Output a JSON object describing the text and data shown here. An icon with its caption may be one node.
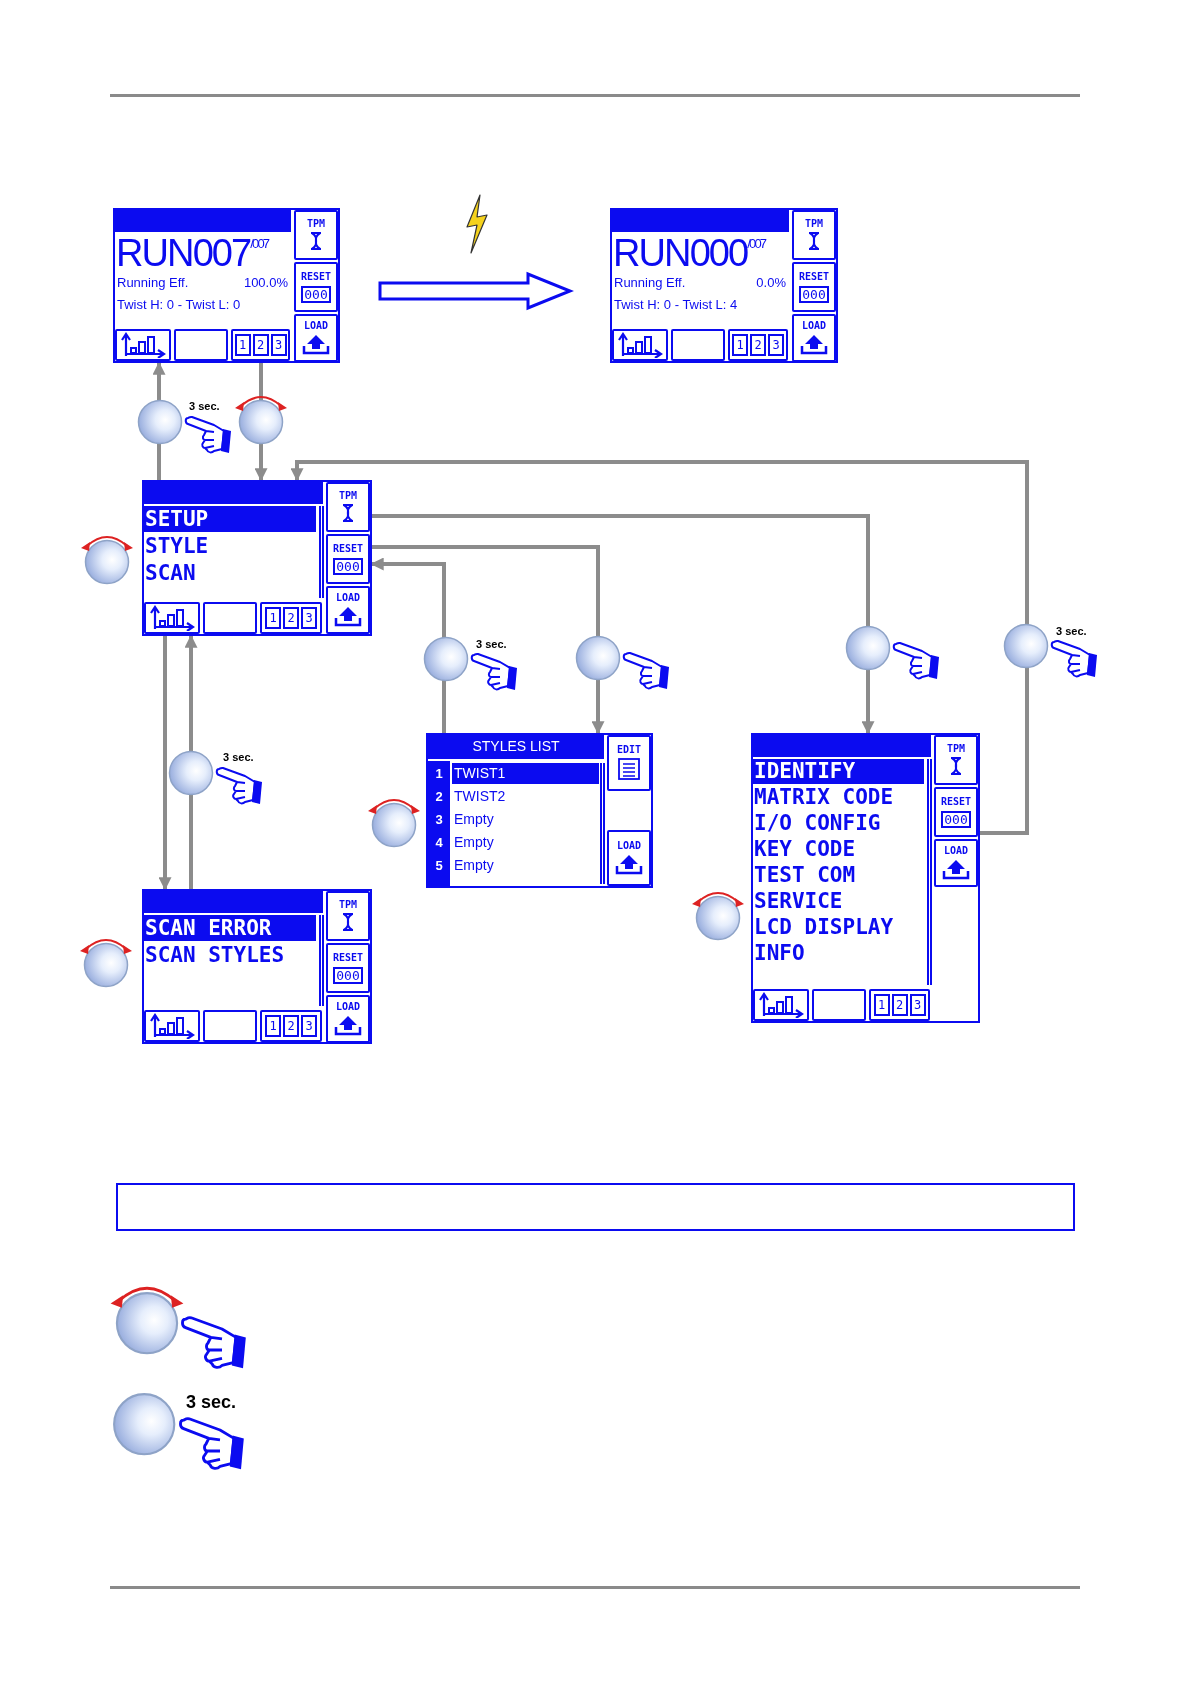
{
  "diagram": {
    "nodes": [
      {
        "text": [
          "RUN007$^{/007}$",
          "Running Eff.",
          "100.0%",
          "Twist H: 0 - Twist L: 0"
        ]
      },
      {
        "text": [
          "TPM"
        ],
        "in": 0
      },
      {
        "text": [
          "RESET",
          "000"
        ],
        "in": 0
      },
      {
        "text": [
          "LOAD"
        ],
        "in": 0
      },
      {
        "text": [],
        "shape": "box",
        "in": 0
      },
      {
        "text": [],
        "shape": "box",
        "in": 0
      },
      {
        "text": [
          "1",
          "2",
          "3"
        ],
        "in": 0
      },
      {
        "text": [
          "RUN000$^{/007}$",
          "Running Eff.",
          "0.0%",
          "Twist H: 0 - Twist L: 4"
        ]
      },
      {
        "text": [
          "TPM"
        ],
        "in": 7
      },
      {
        "text": [
          "RESET",
          "000"
        ],
        "in": 7
      },
      {
        "text": [
          "LOAD"
        ],
        "in": 7
      },
      {
        "text": [],
        "shape": "box",
        "in": 7
      },
      {
        "text": [],
        "shape": "box",
        "in": 7
      },
      {
        "text": [
          "1",
          "2",
          "3"
        ],
        "in": 7
      },
      {
        "text": [
          "SETUP",
          "STYLE",
          "SCAN"
        ]
      },
      {
        "text": [
          "TPM"
        ],
        "in": 14
      },
      {
        "text": [
          "RESET",
          "000"
        ],
        "in": 14
      },
      {
        "text": [
          "LOAD"
        ],
        "in": 14
      },
      {
        "text": [],
        "shape": "box",
        "in": 14
      },
      {
        "text": [],
        "shape": "box",
        "in": 14
      },
      {
        "text": [
          "1",
          "2",
          "3"
        ],
        "in": 14
      },
      {
        "text": [
          "STYLES LIST",
          "1",
          "TWIST1",
          "2",
          "TWIST2",
          "3",
          "Empty",
          "4",
          "Empty",
          "5",
          "Empty"
        ]
      },
      {
        "text": [
          "EDIT"
        ],
        "in": 21
      },
      {
        "text": [
          "LOAD"
        ],
        "in": 21
      },
      {
        "text": [
          "IDENTIFY",
          "MATRIX CODE",
          "I/O CONFIG",
          "KEY CODE",
          "TEST COM",
          "SERVICE",
          "LCD DISPLAY",
          "INFO"
        ]
      },
      {
        "text": [
          "TPM"
        ],
        "in": 24
      },
      {
        "text": [
          "RESET",
          "000"
        ],
        "in": 24
      },
      {
        "text": [
          "LOAD"
        ],
        "in": 24
      },
      {
        "text": [],
        "shape": "box",
        "in": 24
      },
      {
        "text": [],
        "shape": "box",
        "in": 24
      },
      {
        "text": [
          "1",
          "2",
          "3"
        ],
        "in": 24
      },
      {
        "text": [
          "SCAN ERROR",
          "SCAN STYLES"
        ]
      },
      {
        "text": [
          "TPM"
        ],
        "in": 31
      },
      {
        "text": [
          "RESET",
          "000"
        ],
        "in": 31
      },
      {
        "text": [
          "LOAD"
        ],
        "in": 31
      },
      {
        "text": [],
        "shape": "box",
        "in": 31
      },
      {
        "text": [],
        "shape": "box",
        "in": 31
      },
      {
        "text": [
          "1",
          "2",
          "3"
        ],
        "in": 31
      }
    ],
    "edges": [
      {
        "from": 0,
        "to": 7,
        "arrow": "to",
        "style": "thick",
        "color": "#0b0bf0"
      },
      {
        "from": 14,
        "to": 0,
        "arrow": "to"
      },
      {
        "from": 0,
        "to": 14,
        "arrow": "to"
      },
      {
        "from": 24,
        "to": 14,
        "arrow": "to"
      },
      {
        "from": 14,
        "to": 24,
        "arrow": "to"
      },
      {
        "from": 14,
        "to": 21,
        "arrow": "to"
      },
      {
        "from": 21,
        "to": 14,
        "arrow": "to"
      },
      {
        "from": 14,
        "to": 31,
        "arrow": "to"
      },
      {
        "from": 31,
        "to": 14,
        "arrow": "to"
      }
    ],
    "labels": [
      "3 sec.",
      "3 sec.",
      "3 sec.",
      "3 sec.",
      "3 sec."
    ]
  }
}
